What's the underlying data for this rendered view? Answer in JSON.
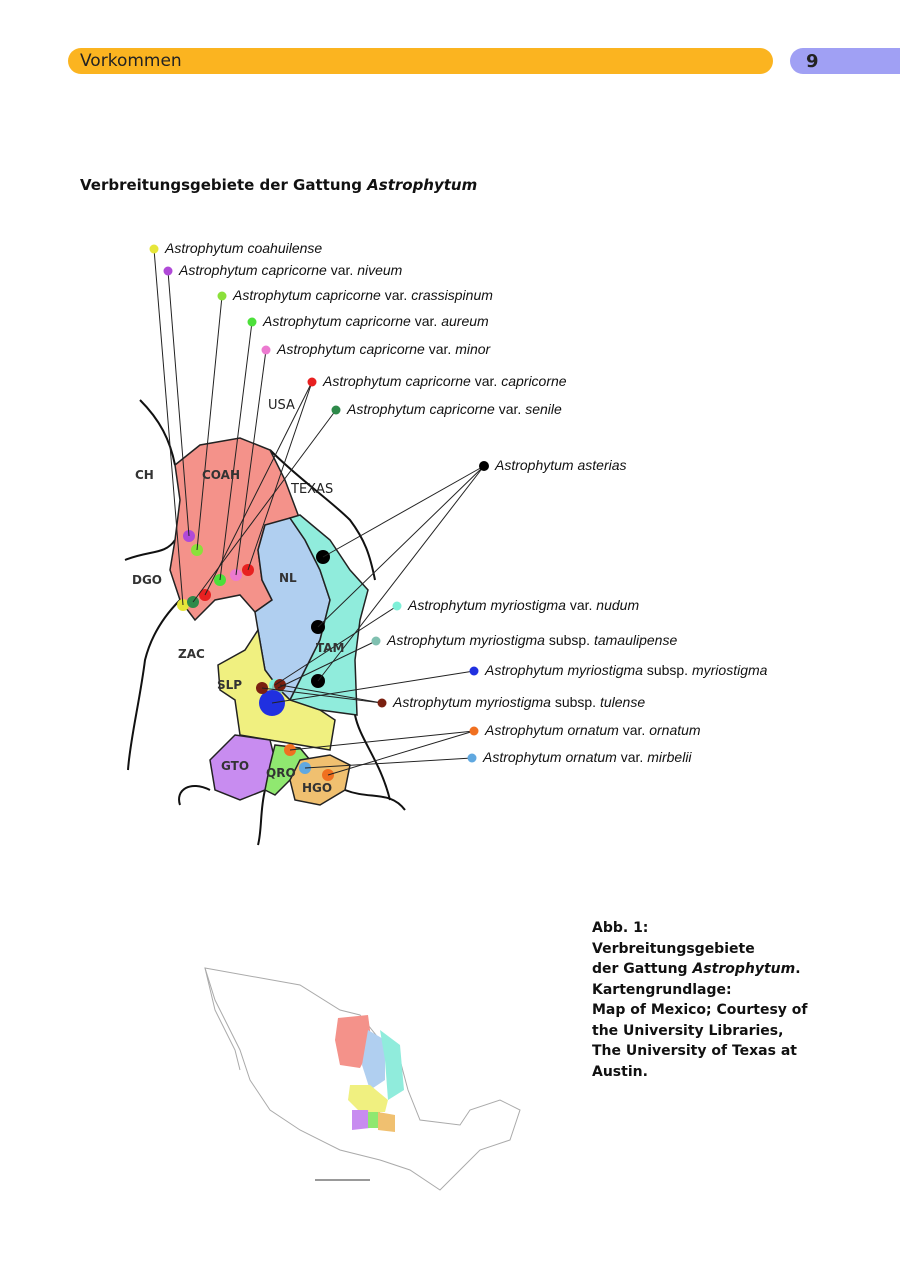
{
  "header": {
    "section": "Vorkommen",
    "page_number": "9"
  },
  "title": {
    "text": "Verbreitungsgebiete der Gattung ",
    "genus": "Astrophytum"
  },
  "map_labels": {
    "usa": "USA",
    "texas": "TEXAS",
    "ch": "CH",
    "coah": "COAH",
    "dgo": "DGO",
    "nl": "NL",
    "zac": "ZAC",
    "tam": "TAM",
    "slp": "SLP",
    "gto": "GTO",
    "qro": "QRO",
    "hgo": "HGO"
  },
  "legend": [
    {
      "species": "Astrophytum coahuilense",
      "rank": "",
      "epithet": "",
      "color": "#e6e63a"
    },
    {
      "species": "Astrophytum capricorne",
      "rank": " var. ",
      "epithet": "niveum",
      "color": "#b04ad8"
    },
    {
      "species": "Astrophytum capricorne",
      "rank": " var. ",
      "epithet": "crassispinum",
      "color": "#8be03a"
    },
    {
      "species": "Astrophytum capricorne",
      "rank": " var. ",
      "epithet": "aureum",
      "color": "#4ce03a"
    },
    {
      "species": "Astrophytum capricorne",
      "rank": " var. ",
      "epithet": "minor",
      "color": "#ec7ad0"
    },
    {
      "species": "Astrophytum capricorne",
      "rank": " var. ",
      "epithet": "capricorne",
      "color": "#e82020"
    },
    {
      "species": "Astrophytum capricorne",
      "rank": " var. ",
      "epithet": "senile",
      "color": "#2e8a4a"
    },
    {
      "species": "Astrophytum asterias",
      "rank": "",
      "epithet": "",
      "color": "#000000"
    },
    {
      "species": "Astrophytum myriostigma",
      "rank": " var. ",
      "epithet": "nudum",
      "color": "#7ef0d8"
    },
    {
      "species": "Astrophytum myriostigma",
      "rank": " subsp. ",
      "epithet": "tamaulipense",
      "color": "#80c0b0"
    },
    {
      "species": "Astrophytum myriostigma",
      "rank": " subsp. ",
      "epithet": "myriostigma",
      "color": "#2030e0"
    },
    {
      "species": "Astrophytum myriostigma",
      "rank": " subsp. ",
      "epithet": "tulense",
      "color": "#7a2010"
    },
    {
      "species": "Astrophytum ornatum",
      "rank": " var. ",
      "epithet": "ornatum",
      "color": "#f07020"
    },
    {
      "species": "Astrophytum ornatum",
      "rank": " var. ",
      "epithet": "mirbelii",
      "color": "#60a8e0"
    }
  ],
  "caption": {
    "line1": "Abb. 1:",
    "line2": "Verbreitungsgebiete",
    "line3a": "der Gattung ",
    "line3b": "Astrophytum",
    "line3c": ".",
    "line4": "Kartengrundlage:",
    "line5": "Map of Mexico; Courtesy of",
    "line6": "the University Libraries,",
    "line7": "The University of Texas at",
    "line8": "Austin."
  }
}
